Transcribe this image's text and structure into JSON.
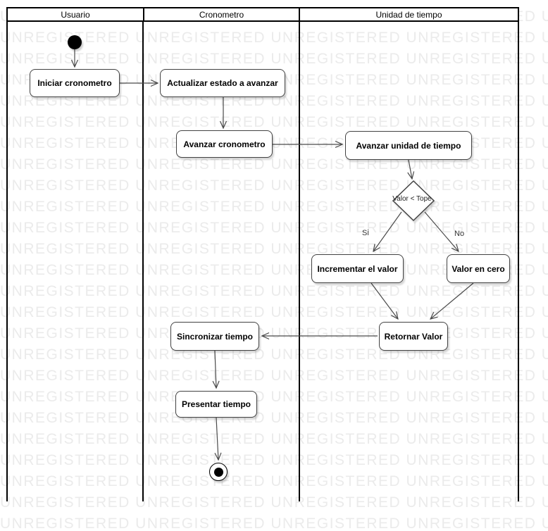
{
  "diagram_type": "uml-activity-swimlane",
  "watermark": {
    "text": "UNREGISTERED",
    "color": "#ebebeb"
  },
  "lanes": [
    {
      "label": "Usuario"
    },
    {
      "label": "Cronometro"
    },
    {
      "label": "Unidad de tiempo"
    }
  ],
  "nodes": {
    "start": {
      "type": "initial-node"
    },
    "iniciar": {
      "label": "Iniciar cronometro"
    },
    "actualizar": {
      "label": "Actualizar estado a avanzar"
    },
    "avanzar_crono": {
      "label": "Avanzar cronometro"
    },
    "avanzar_unidad": {
      "label": "Avanzar unidad de tiempo"
    },
    "decision": {
      "label": "Valor < Tope"
    },
    "incrementar": {
      "label": "Incrementar el valor"
    },
    "valor_cero": {
      "label": "Valor en cero"
    },
    "retornar": {
      "label": "Retornar Valor"
    },
    "sincronizar": {
      "label": "Sincronizar tiempo"
    },
    "presentar": {
      "label": "Presentar tiempo"
    },
    "end": {
      "type": "final-node"
    }
  },
  "edge_labels": {
    "si": "Si",
    "no": "No"
  },
  "colors": {
    "lane_border": "#000000",
    "node_border": "#424242",
    "edge": "#4a4a4a",
    "watermark": "#ebebeb"
  }
}
